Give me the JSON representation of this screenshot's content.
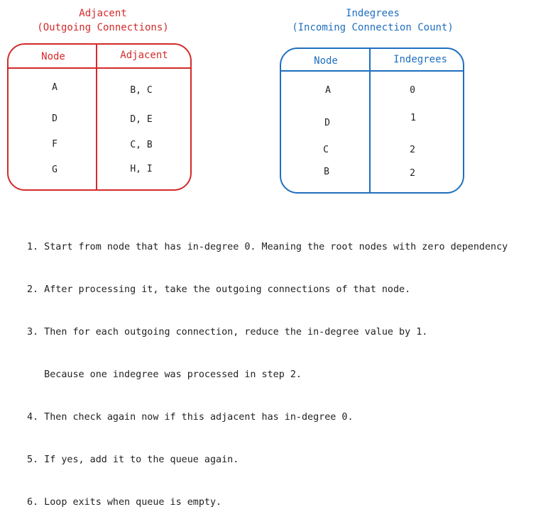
{
  "adjacent_table": {
    "title": "Adjacent",
    "subtitle": "(Outgoing Connections)",
    "headers": [
      "Node",
      "Adjacent"
    ],
    "rows": [
      [
        "A",
        "B, C"
      ],
      [
        "D",
        "D, E"
      ],
      [
        "F",
        "C, B"
      ],
      [
        "G",
        "H, I"
      ]
    ],
    "color": "#d42a2a"
  },
  "indegree_table": {
    "title": "Indegrees",
    "subtitle": "(Incoming Connection Count)",
    "headers": [
      "Node",
      "Indegrees"
    ],
    "rows": [
      [
        "A",
        "0"
      ],
      [
        "D",
        "1"
      ],
      [
        "C",
        "2"
      ],
      [
        "B",
        "2"
      ]
    ],
    "color": "#1f6fbf"
  },
  "steps": [
    "1. Start from node that has in-degree 0. Meaning the root nodes with zero dependency",
    "2. After processing it, take the outgoing connections of that node.",
    "3. Then for each outgoing connection, reduce the in-degree value by 1.",
    "   Because one indegree was processed in step 2.",
    "4. Then check again now if this adjacent has in-degree 0.",
    "5. If yes, add it to the queue again.",
    "6. Loop exits when queue is empty."
  ]
}
